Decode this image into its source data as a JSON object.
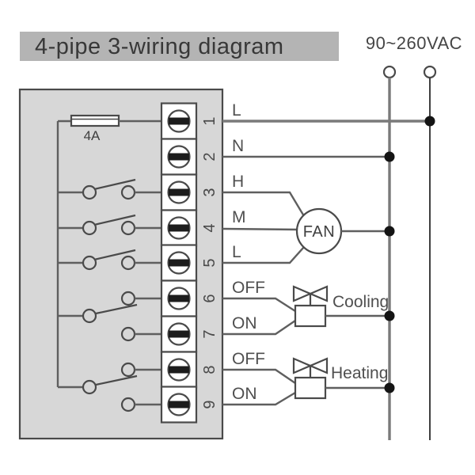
{
  "title": "4-pipe 3-wiring diagram",
  "power_label": "90~260VAC",
  "fuse_label": "4A",
  "fan_label": "FAN",
  "terminals": [
    {
      "number": "1",
      "wire_label": "L"
    },
    {
      "number": "2",
      "wire_label": "N"
    },
    {
      "number": "3",
      "wire_label": "H"
    },
    {
      "number": "4",
      "wire_label": "M"
    },
    {
      "number": "5",
      "wire_label": "L"
    },
    {
      "number": "6",
      "wire_label": "OFF"
    },
    {
      "number": "7",
      "wire_label": "ON"
    },
    {
      "number": "8",
      "wire_label": "OFF"
    },
    {
      "number": "9",
      "wire_label": "ON"
    }
  ],
  "valves": [
    {
      "label": "Cooling"
    },
    {
      "label": "Heating"
    }
  ],
  "colors": {
    "title_bg": "#b4b4b4",
    "box_fill": "#d7d7d7",
    "wire": "#5f5f5f",
    "junction": "#141414",
    "terminal_fill": "#ffffff",
    "screw_slot": "#1c1c1c"
  }
}
